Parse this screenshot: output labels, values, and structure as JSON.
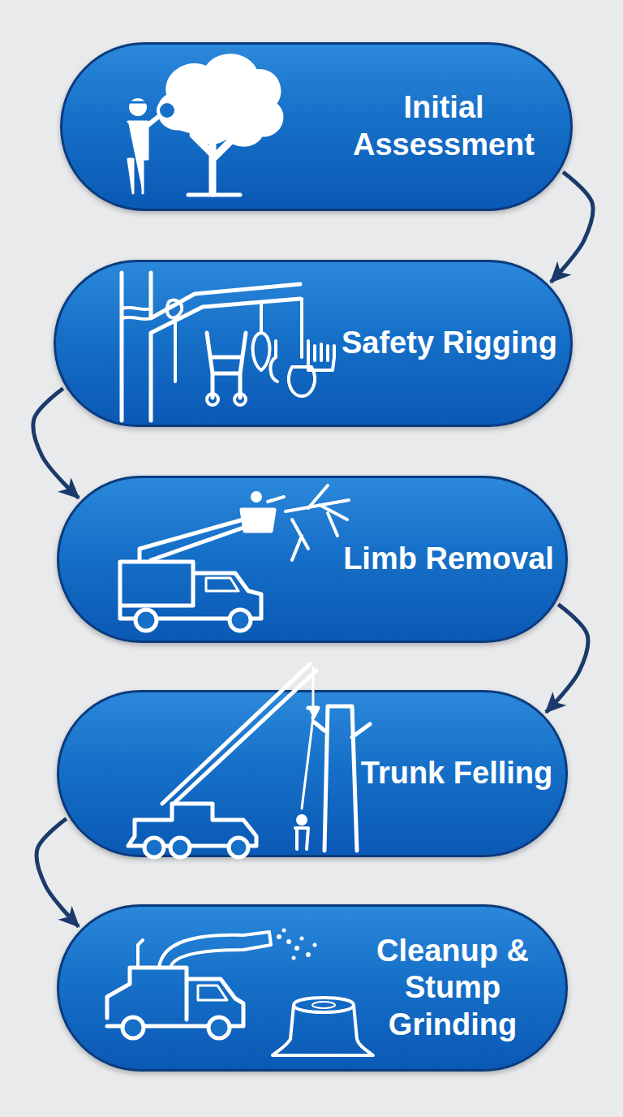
{
  "diagram": {
    "nodes": [
      {
        "text": [
          "Initial Assessment"
        ]
      },
      {
        "text": [
          "Safety Rigging"
        ]
      },
      {
        "text": [
          "Limb Removal"
        ]
      },
      {
        "text": [
          "Trunk Felling"
        ]
      },
      {
        "text": [
          "Cleanup & Stump Grinding"
        ]
      }
    ],
    "edges": [
      {
        "from": 0,
        "to": 1,
        "arrow": "to"
      },
      {
        "from": 1,
        "to": 2,
        "arrow": "to"
      },
      {
        "from": 2,
        "to": 3,
        "arrow": "to"
      },
      {
        "from": 3,
        "to": 4,
        "arrow": "to"
      }
    ]
  }
}
